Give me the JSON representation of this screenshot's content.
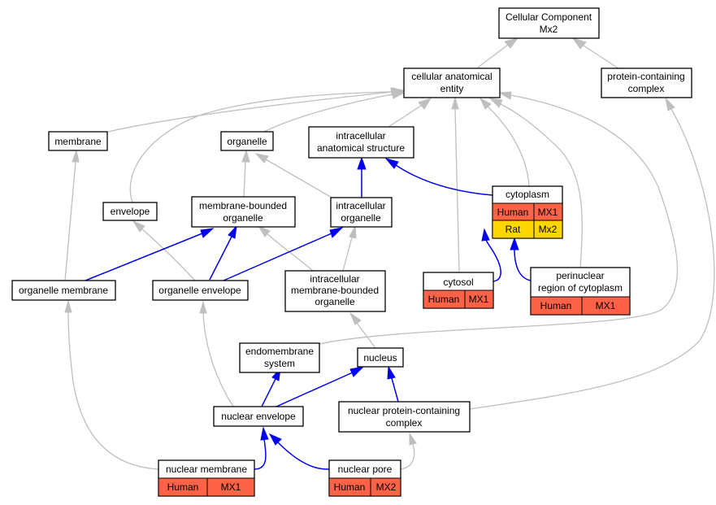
{
  "colors": {
    "node_fill": "#ffffff",
    "node_stroke": "#000000",
    "is_a_edge": "#bfbfbf",
    "part_of_edge": "#0000ee",
    "human_cell": "#ff6347",
    "rat_cell": "#ffd700"
  },
  "nodes": {
    "root": {
      "line1": "Cellular Component",
      "line2": "Mx2"
    },
    "cae": {
      "line1": "cellular anatomical",
      "line2": "entity"
    },
    "pcc": {
      "line1": "protein-containing",
      "line2": "complex"
    },
    "membrane": {
      "line1": "membrane"
    },
    "organelle": {
      "line1": "organelle"
    },
    "ias": {
      "line1": "intracellular",
      "line2": "anatomical structure"
    },
    "envelope": {
      "line1": "envelope"
    },
    "mbo": {
      "line1": "membrane-bounded",
      "line2": "organelle"
    },
    "io": {
      "line1": "intracellular",
      "line2": "organelle"
    },
    "cytoplasm": {
      "line1": "cytoplasm",
      "rows": [
        {
          "species": "Human",
          "gene": "MX1"
        },
        {
          "species": "Rat",
          "gene": "Mx2"
        }
      ]
    },
    "om": {
      "line1": "organelle membrane"
    },
    "oe": {
      "line1": "organelle envelope"
    },
    "imbo": {
      "line1": "intracellular",
      "line2": "membrane-bounded",
      "line3": "organelle"
    },
    "cytosol": {
      "line1": "cytosol",
      "rows": [
        {
          "species": "Human",
          "gene": "MX1"
        }
      ]
    },
    "perinuclear": {
      "line1": "perinuclear",
      "line2": "region of cytoplasm",
      "rows": [
        {
          "species": "Human",
          "gene": "MX1"
        }
      ]
    },
    "endo": {
      "line1": "endomembrane",
      "line2": "system"
    },
    "nucleus": {
      "line1": "nucleus"
    },
    "ne": {
      "line1": "nuclear envelope"
    },
    "npcc": {
      "line1": "nuclear protein-containing",
      "line2": "complex"
    },
    "nm": {
      "line1": "nuclear membrane",
      "rows": [
        {
          "species": "Human",
          "gene": "MX1"
        }
      ]
    },
    "np": {
      "line1": "nuclear pore",
      "rows": [
        {
          "species": "Human",
          "gene": "MX2"
        }
      ]
    }
  },
  "edges": [
    {
      "from": "cae",
      "to": "root",
      "type": "is_a"
    },
    {
      "from": "pcc",
      "to": "root",
      "type": "is_a"
    },
    {
      "from": "membrane",
      "to": "cae",
      "type": "is_a"
    },
    {
      "from": "organelle",
      "to": "cae",
      "type": "is_a"
    },
    {
      "from": "ias",
      "to": "cae",
      "type": "is_a"
    },
    {
      "from": "envelope",
      "to": "cae",
      "type": "is_a"
    },
    {
      "from": "cytosol",
      "to": "cae",
      "type": "is_a"
    },
    {
      "from": "cytoplasm",
      "to": "cae",
      "type": "is_a"
    },
    {
      "from": "perinuclear",
      "to": "cae",
      "type": "is_a"
    },
    {
      "from": "endo",
      "to": "cae",
      "type": "is_a"
    },
    {
      "from": "mbo",
      "to": "organelle",
      "type": "is_a"
    },
    {
      "from": "io",
      "to": "organelle",
      "type": "is_a"
    },
    {
      "from": "io",
      "to": "ias",
      "type": "part_of"
    },
    {
      "from": "cytoplasm",
      "to": "ias",
      "type": "part_of"
    },
    {
      "from": "om",
      "to": "membrane",
      "type": "is_a"
    },
    {
      "from": "om",
      "to": "mbo",
      "type": "part_of"
    },
    {
      "from": "oe",
      "to": "envelope",
      "type": "is_a"
    },
    {
      "from": "oe",
      "to": "mbo",
      "type": "part_of"
    },
    {
      "from": "oe",
      "to": "io",
      "type": "part_of"
    },
    {
      "from": "imbo",
      "to": "mbo",
      "type": "is_a"
    },
    {
      "from": "imbo",
      "to": "io",
      "type": "is_a"
    },
    {
      "from": "cytosol",
      "to": "cytoplasm",
      "type": "part_of"
    },
    {
      "from": "perinuclear",
      "to": "cytoplasm",
      "type": "part_of"
    },
    {
      "from": "nucleus",
      "to": "imbo",
      "type": "is_a"
    },
    {
      "from": "ne",
      "to": "oe",
      "type": "is_a"
    },
    {
      "from": "ne",
      "to": "endo",
      "type": "part_of"
    },
    {
      "from": "ne",
      "to": "nucleus",
      "type": "part_of"
    },
    {
      "from": "npcc",
      "to": "nucleus",
      "type": "part_of"
    },
    {
      "from": "npcc",
      "to": "pcc",
      "type": "is_a"
    },
    {
      "from": "nm",
      "to": "om",
      "type": "is_a"
    },
    {
      "from": "nm",
      "to": "ne",
      "type": "part_of"
    },
    {
      "from": "np",
      "to": "ne",
      "type": "part_of"
    },
    {
      "from": "np",
      "to": "npcc",
      "type": "is_a"
    }
  ]
}
